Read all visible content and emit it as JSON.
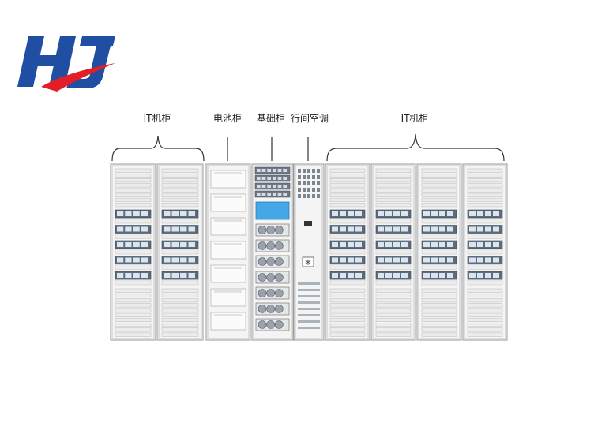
{
  "logo": {
    "text": "HJ",
    "primary_color": "#1f4ea3",
    "accent_color": "#e21f26"
  },
  "labels": {
    "it_cabinet_left": "IT机柜",
    "battery_cabinet": "电池柜",
    "base_cabinet": "基础柜",
    "inrow_ac": "行间空调",
    "it_cabinet_right": "IT机柜"
  },
  "cabinets": [
    {
      "type": "it"
    },
    {
      "type": "it"
    },
    {
      "type": "battery"
    },
    {
      "type": "base"
    },
    {
      "type": "ac"
    },
    {
      "type": "it"
    },
    {
      "type": "it"
    },
    {
      "type": "it"
    },
    {
      "type": "it"
    }
  ],
  "colors": {
    "frame": "#c7c7c7",
    "panel": "#ececec",
    "server": "#5d6b7a",
    "screen": "#43a7e8"
  }
}
